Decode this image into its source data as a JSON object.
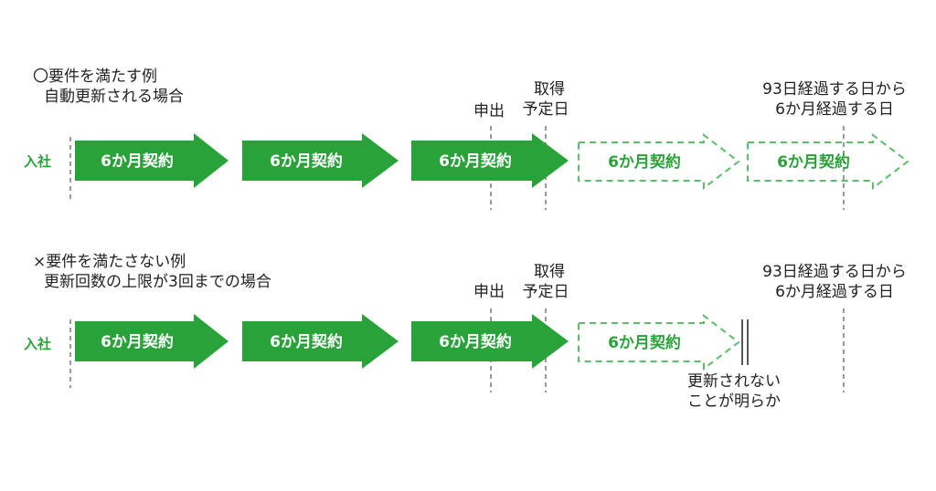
{
  "colors": {
    "green": "#2aa23a",
    "dashed": "#5dbd6a",
    "guide": "#555555"
  },
  "example1": {
    "heading1": "〇要件を満たす例",
    "heading2": "自動更新される場合",
    "join_label": "入社",
    "apply_label": "申出",
    "acq_line1": "取得",
    "acq_line2": "予定日",
    "d93_line1": "93日経過する日から",
    "d93_line2": "6か月経過する日",
    "arrows": [
      "6か月契約",
      "6か月契約",
      "6か月契約",
      "6か月契約",
      "6か月契約"
    ]
  },
  "example2": {
    "heading1": "×要件を満たさない例",
    "heading2": "更新回数の上限が3回までの場合",
    "join_label": "入社",
    "apply_label": "申出",
    "acq_line1": "取得",
    "acq_line2": "予定日",
    "d93_line1": "93日経過する日から",
    "d93_line2": "6か月経過する日",
    "arrows": [
      "6か月契約",
      "6か月契約",
      "6か月契約",
      "6か月契約"
    ],
    "note_line1": "更新されない",
    "note_line2": "ことが明らか"
  }
}
